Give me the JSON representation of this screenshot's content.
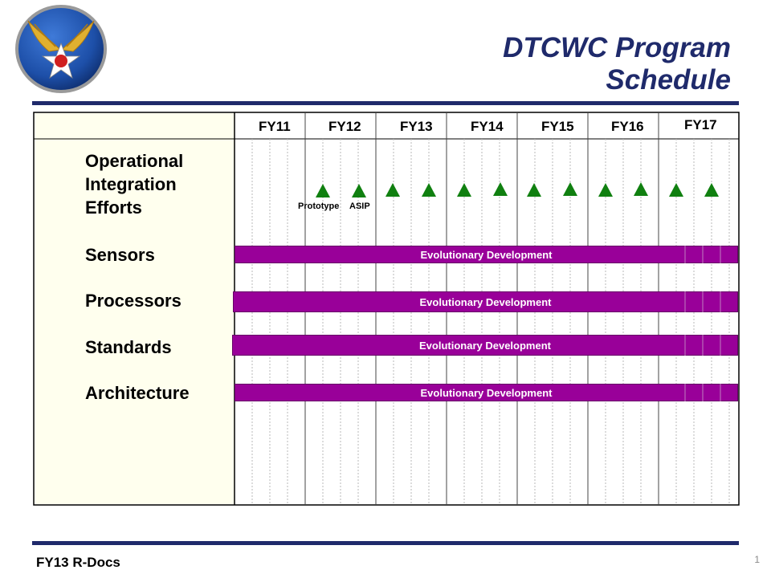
{
  "slide": {
    "title_line1": "DTCWC Program",
    "title_line2": "Schedule",
    "footer": "FY13 R-Docs",
    "page_number": "1",
    "logo": "air-force-star-and-wings-emblem"
  },
  "schedule": {
    "fiscal_years": [
      "FY11",
      "FY12",
      "FY13",
      "FY14",
      "FY15",
      "FY16",
      "FY17"
    ],
    "rows": [
      {
        "label": "Operational Integration Efforts",
        "lines": [
          "Operational",
          "Integration",
          "Efforts"
        ]
      },
      {
        "label": "Sensors",
        "lines": [
          "Sensors"
        ]
      },
      {
        "label": "Processors",
        "lines": [
          "Processors"
        ]
      },
      {
        "label": "Standards",
        "lines": [
          "Standards"
        ]
      },
      {
        "label": "Architecture",
        "lines": [
          "Architecture"
        ]
      }
    ],
    "milestone_labels": [
      "Prototype",
      "ASIP"
    ],
    "bar_text": "Evolutionary Development",
    "colors": {
      "bar": "#990099",
      "milestone": "#108010",
      "title": "#1f2a6b",
      "label_column": "#ffffee"
    }
  }
}
